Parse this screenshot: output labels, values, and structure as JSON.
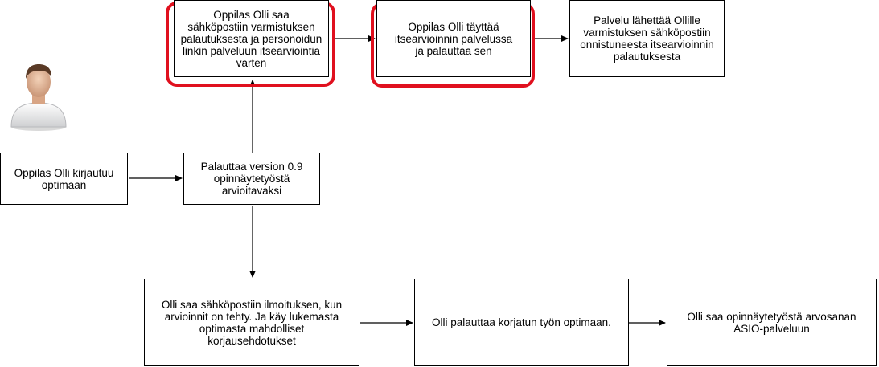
{
  "nodes": {
    "n1": "Oppilas Olli saa\nsähköpostiin varmistuksen\npalautuksesta ja personoidun\nlinkin palveluun itsearviointia\nvarten",
    "n2": "Oppilas Olli täyttää\nitsearvioinnin palvelussa\nja palauttaa sen",
    "n3": "Palvelu lähettää Ollille\nvarmistuksen sähköpostiin\nonnistuneesta itsearvioinnin\npalautuksesta",
    "n4": "Oppilas Olli kirjautuu\noptimaan",
    "n5": "Palauttaa version 0.9\nopinnäytetyöstä\narvioitavaksi",
    "n6": "Olli saa sähköpostiin ilmoituksen, kun\narvioinnit on tehty. Ja käy lukemasta\noptimasta mahdolliset\nkorjausehdotukset",
    "n7": "Olli palauttaa korjatun työn optimaan.",
    "n8": "Olli saa opinnäytetyöstä arvosanan\nASIO-palveluun"
  },
  "highlight_color": "#e0101e",
  "icons": {
    "user": "user-avatar-icon"
  }
}
